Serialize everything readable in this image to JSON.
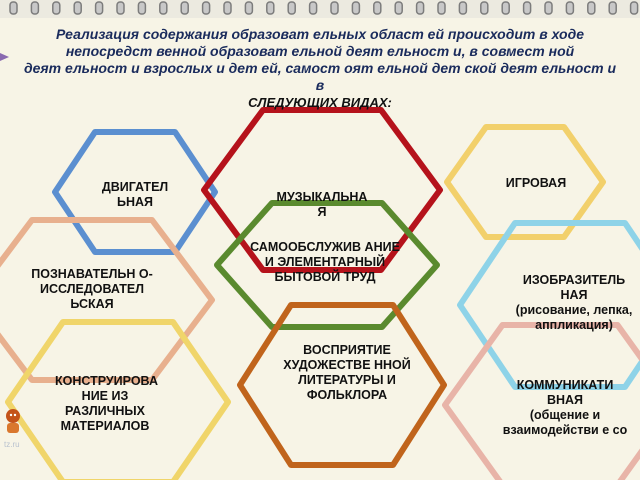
{
  "header": {
    "line1": "Реализация содержания образоват ельных област ей происходит  в ходе",
    "line2": "непосредст венной образоват ельной деят ельност и, в совмест ной",
    "line3": "деят ельност и взрослых и дет ей, самост оят ельной дет ской деят ельност и",
    "line4": "в",
    "line5": "СЛЕДУЮЩИХ ВИДАХ:"
  },
  "activities": {
    "motor": "ДВИГАТЕЛ ЬНАЯ",
    "musical": "МУЗЫКАЛЬНА Я",
    "play": "ИГРОВАЯ",
    "selfcare": "САМООБСЛУЖИВ АНИЕ И ЭЛЕМЕНТАРНЫЙ БЫТОВОЙ ТРУД",
    "cognitive": "ПОЗНАВАТЕЛЬН О- ИССЛЕДОВАТЕЛ ЬСКАЯ",
    "visual": "ИЗОБРАЗИТЕЛЬ НАЯ",
    "visual_detail": "(рисование, лепка, аппликация)",
    "construct": "КОНСТРУИРОВА НИЕ ИЗ РАЗЛИЧНЫХ МАТЕРИАЛОВ",
    "literature": "ВОСПРИЯТИЕ ХУДОЖЕСТВЕ ННОЙ ЛИТЕРАТУРЫ И ФОЛЬКЛОРА",
    "communicative": "КОММУНИКАТИ ВНАЯ",
    "communicative_detail": "(общение и взаимодействи е со"
  },
  "site": "tz.ru",
  "colors": {
    "blue": "#5b8fd0",
    "red": "#b5121b",
    "yellow": "#f2d06b",
    "green": "#5a8a2e",
    "salmon": "#e8b08e",
    "cyan": "#8ed3e8",
    "orange": "#c0641c",
    "pink": "#e8b4a8",
    "yellow2": "#f0d56a"
  }
}
